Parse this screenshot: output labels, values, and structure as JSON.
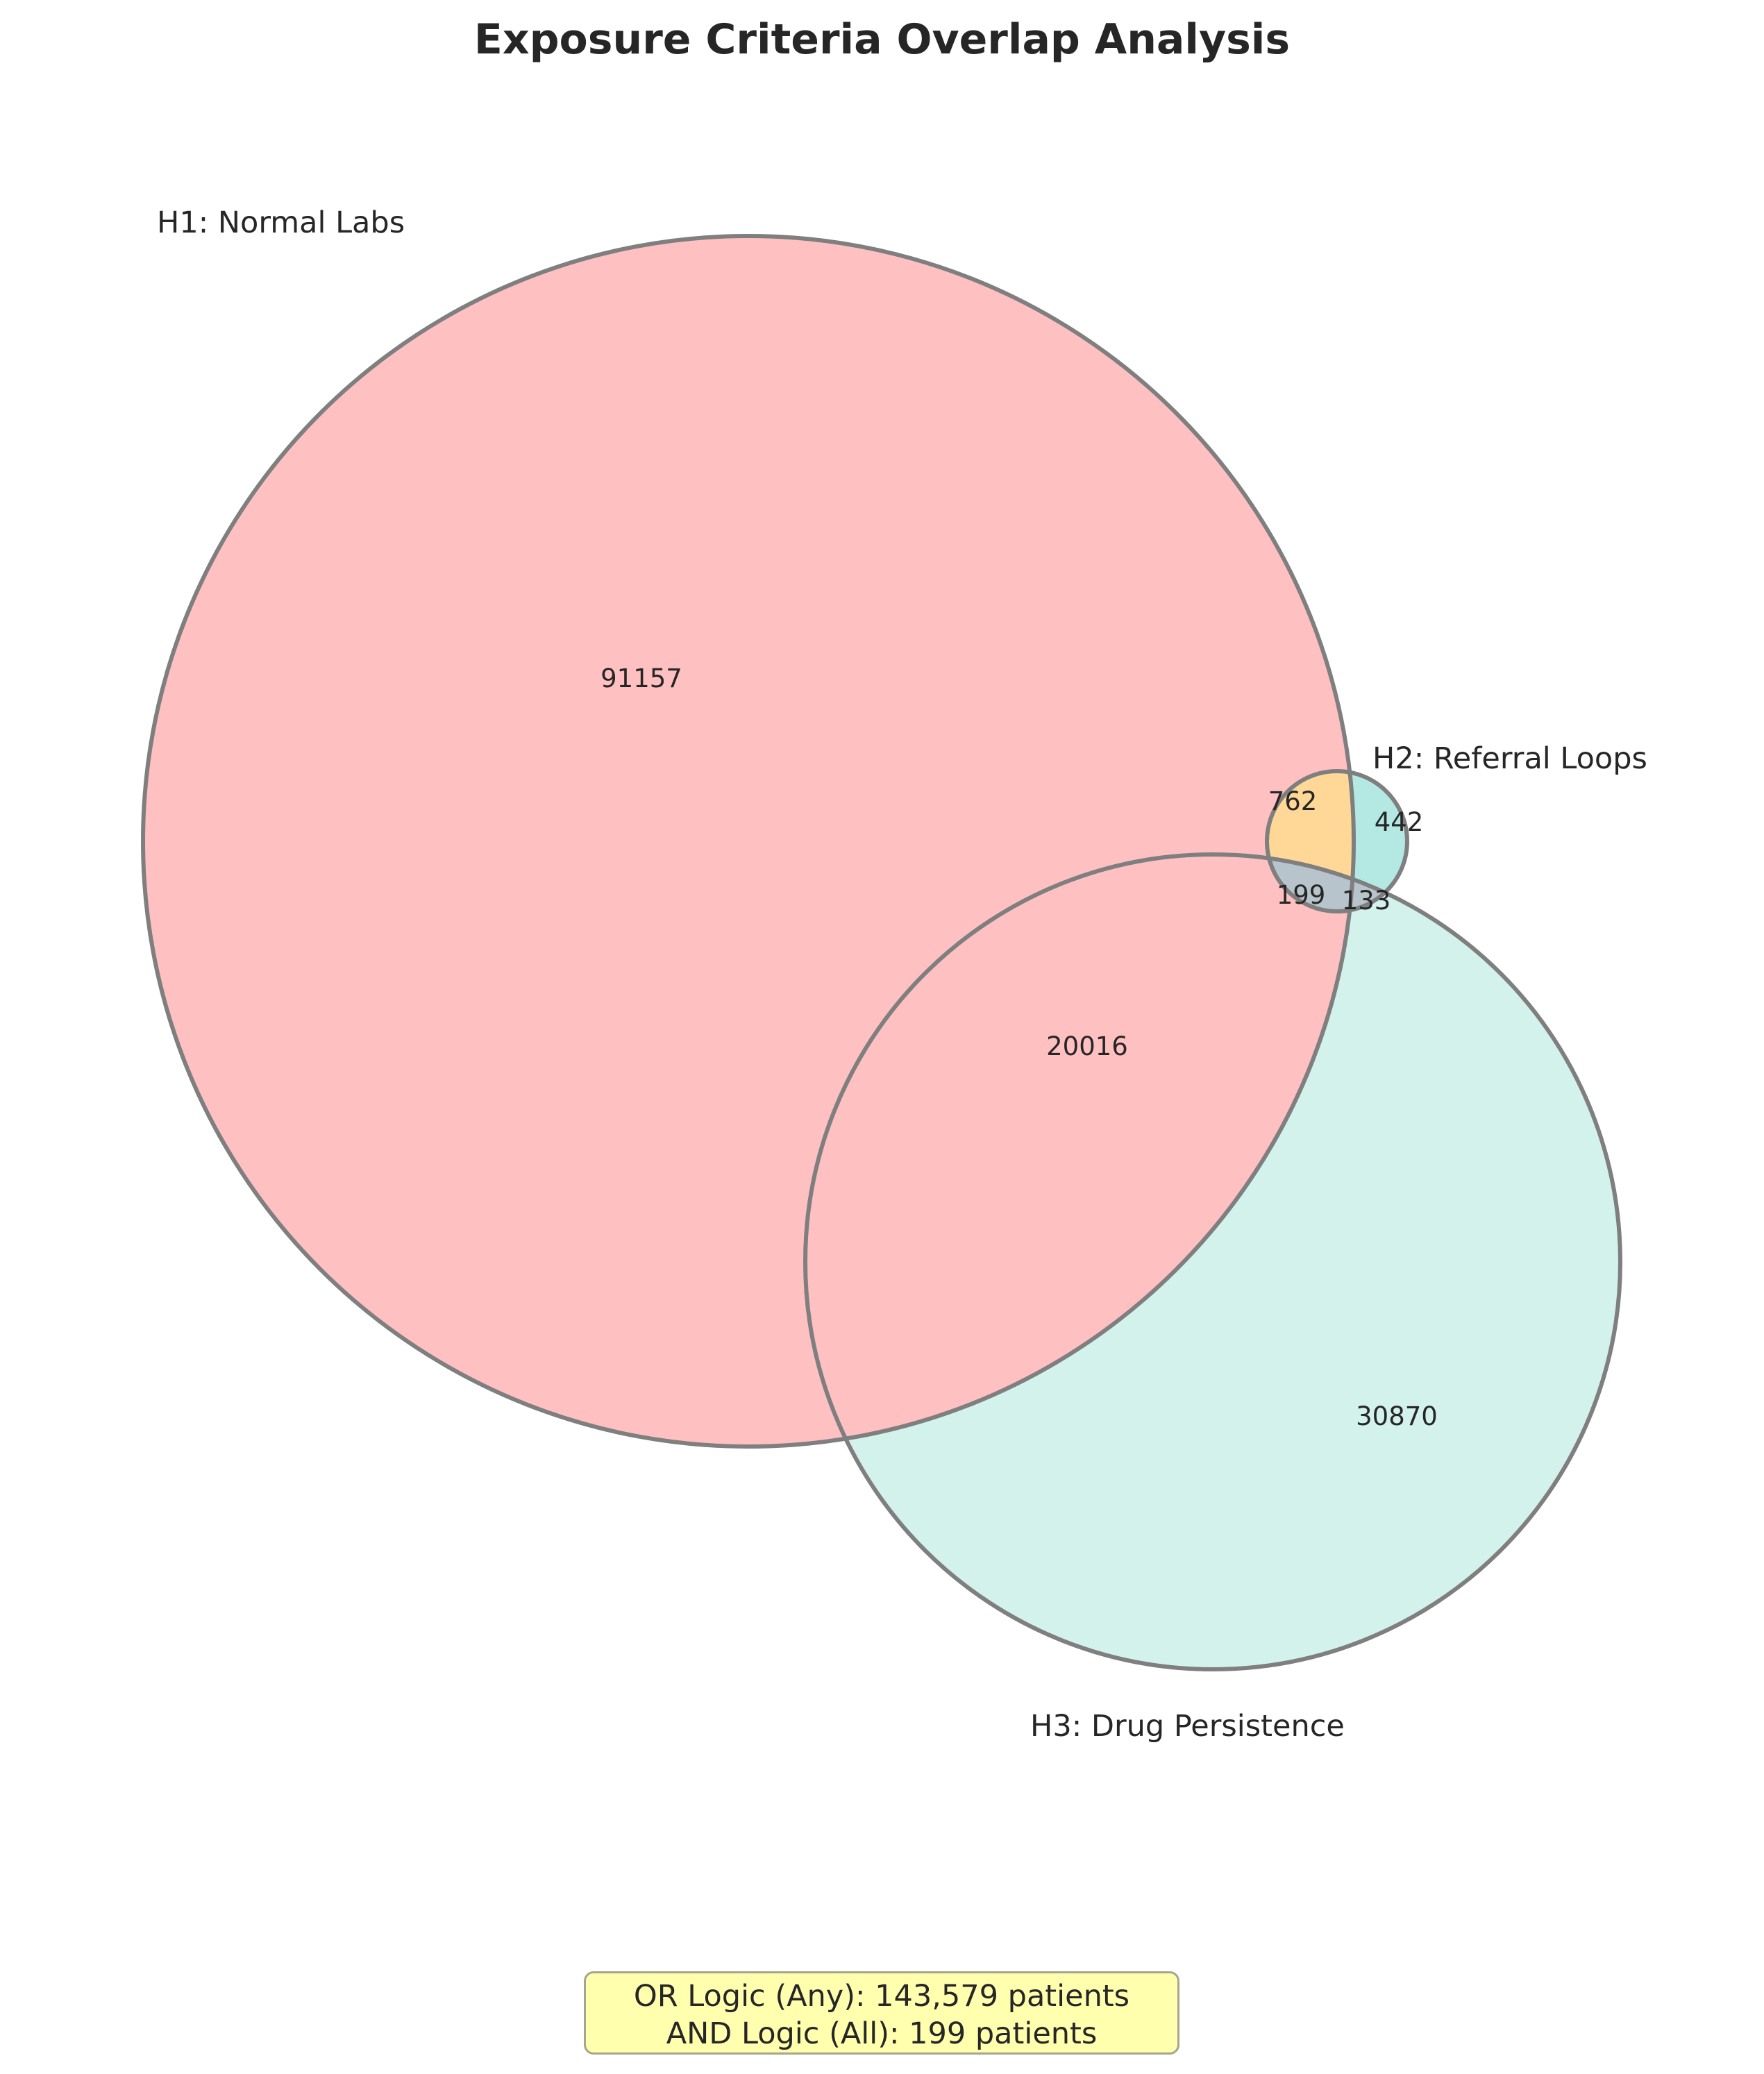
{
  "title": "Exposure Criteria Overlap Analysis",
  "sets": [
    {
      "id": "H1",
      "label": "H1: Normal Labs",
      "color": "#ff9999"
    },
    {
      "id": "H2",
      "label": "H2: Referral Loops",
      "color": "#66ccc4"
    },
    {
      "id": "H3",
      "label": "H3: Drug Persistence",
      "color": "#a8e6da"
    }
  ],
  "region_counts": {
    "H1_only": "91157",
    "H1_H2": "762",
    "H2_only": "442",
    "H1_H2_H3": "199",
    "H2_H3": "133",
    "H1_H3": "20016",
    "H3_only": "30870"
  },
  "summary": {
    "or_line": "OR Logic (Any): 143,579 patients",
    "and_line": "AND Logic (All): 199 patients"
  },
  "colors": {
    "h1_fill": "#ffc0c2",
    "h2_only_fill": "#b3e8e3",
    "h1_h2_fill": "#ffd898",
    "h3_only_fill": "#d3f2ec",
    "h2_h3_fill": "#b8c4cc",
    "outline": "#7f7f7f",
    "summary_box": "#ffffad"
  }
}
